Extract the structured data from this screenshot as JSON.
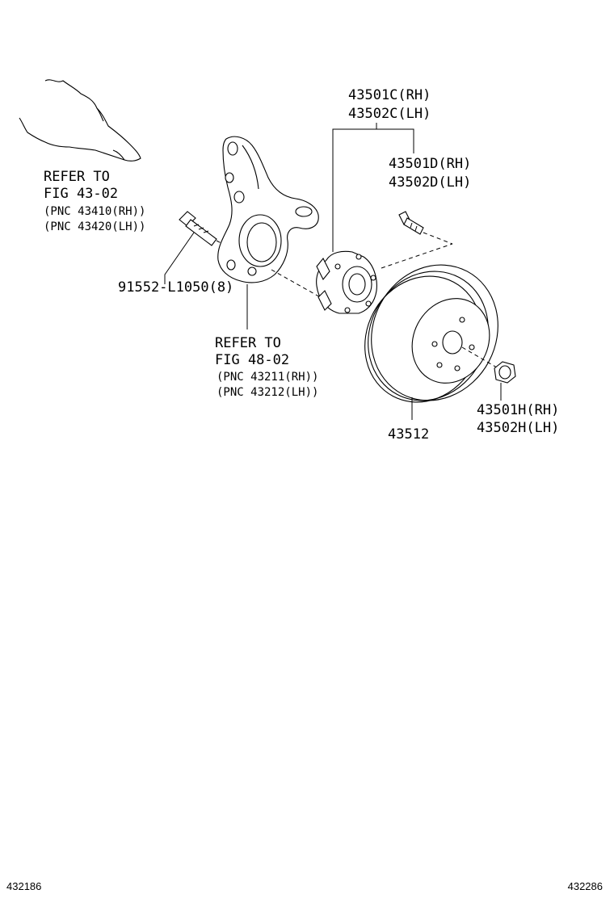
{
  "labels": {
    "refer_43_02": {
      "line1": "REFER TO",
      "line2": "FIG 43-02",
      "line3": "(PNC 43410(RH))",
      "line4": "(PNC 43420(LH))"
    },
    "bolt_91552": "91552-L1050(8)",
    "refer_48_02": {
      "line1": "REFER TO",
      "line2": "FIG 48-02",
      "line3": "(PNC 43211(RH))",
      "line4": "(PNC 43212(LH))"
    },
    "hub_43501c": {
      "line1": "43501C(RH)",
      "line2": "43502C(LH)"
    },
    "bolt_43501d": {
      "line1": "43501D(RH)",
      "line2": "43502D(LH)"
    },
    "nut_43501h": {
      "line1": "43501H(RH)",
      "line2": "43502H(LH)"
    },
    "rotor_43512": "43512"
  },
  "footer": {
    "left_code": "432186",
    "right_code": "432286"
  }
}
